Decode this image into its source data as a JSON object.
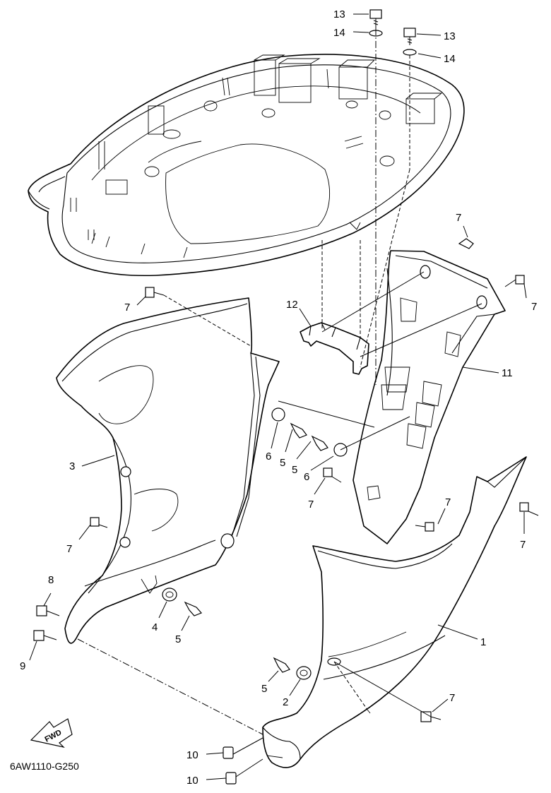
{
  "diagram": {
    "drawing_code": "6AW1110-G250",
    "direction_badge": "FWD",
    "callouts": {
      "c1": "1",
      "c2": "2",
      "c3": "3",
      "c4": "4",
      "c5": "5",
      "c6": "6",
      "c7": "7",
      "c8": "8",
      "c9": "9",
      "c10": "10",
      "c11": "11",
      "c12": "12",
      "c13": "13",
      "c14": "14"
    }
  }
}
